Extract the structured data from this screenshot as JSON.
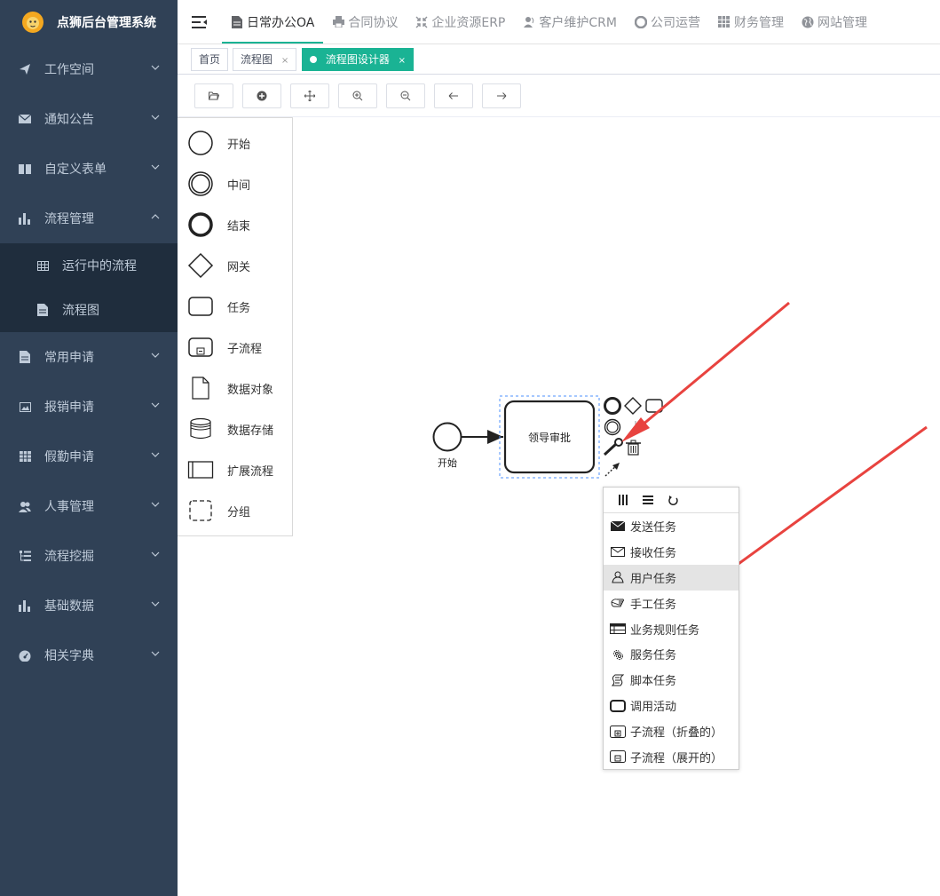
{
  "app": {
    "title": "点狮后台管理系统"
  },
  "colors": {
    "sidebar_bg": "#304156",
    "submenu_bg": "#1f2d3d",
    "accent": "#1ab394",
    "arrow": "#e8433f"
  },
  "sidebar": {
    "items": [
      {
        "label": "工作空间",
        "icon": "paper-plane-icon"
      },
      {
        "label": "通知公告",
        "icon": "envelope-icon"
      },
      {
        "label": "自定义表单",
        "icon": "book-icon"
      },
      {
        "label": "流程管理",
        "icon": "bar-chart-icon",
        "expanded": true,
        "children": [
          {
            "label": "运行中的流程",
            "icon": "grid-icon"
          },
          {
            "label": "流程图",
            "icon": "document-icon"
          }
        ]
      },
      {
        "label": "常用申请",
        "icon": "document-icon"
      },
      {
        "label": "报销申请",
        "icon": "image-icon"
      },
      {
        "label": "假勤申请",
        "icon": "calendar-grid-icon"
      },
      {
        "label": "人事管理",
        "icon": "users-icon"
      },
      {
        "label": "流程挖掘",
        "icon": "tree-list-icon"
      },
      {
        "label": "基础数据",
        "icon": "bar-chart-icon"
      },
      {
        "label": "相关字典",
        "icon": "dashboard-icon"
      }
    ]
  },
  "topnav": {
    "tabs": [
      {
        "label": "日常办公OA",
        "icon": "document-icon",
        "active": true
      },
      {
        "label": "合同协议",
        "icon": "printer-icon"
      },
      {
        "label": "企业资源ERP",
        "icon": "compress-icon"
      },
      {
        "label": "客户维护CRM",
        "icon": "user-icon"
      },
      {
        "label": "公司运营",
        "icon": "lifebuoy-icon"
      },
      {
        "label": "财务管理",
        "icon": "table-icon"
      },
      {
        "label": "网站管理",
        "icon": "globe-icon"
      }
    ]
  },
  "tags": [
    {
      "label": "首页",
      "closable": false
    },
    {
      "label": "流程图",
      "closable": true,
      "close": "×"
    },
    {
      "label": "流程图设计器",
      "closable": true,
      "active": true,
      "close": "×"
    }
  ],
  "toolbar": {
    "buttons": [
      {
        "icon": "folder-open-icon"
      },
      {
        "icon": "plus-circle-icon"
      },
      {
        "icon": "move-arrows-icon"
      },
      {
        "icon": "zoom-in-icon"
      },
      {
        "icon": "zoom-out-icon"
      },
      {
        "icon": "undo-arrow-icon"
      },
      {
        "icon": "redo-arrow-icon"
      }
    ]
  },
  "palette": {
    "items": [
      {
        "label": "开始",
        "shape": "start-event"
      },
      {
        "label": "中间",
        "shape": "intermediate-event"
      },
      {
        "label": "结束",
        "shape": "end-event"
      },
      {
        "label": "网关",
        "shape": "gateway"
      },
      {
        "label": "任务",
        "shape": "task"
      },
      {
        "label": "子流程",
        "shape": "subprocess"
      },
      {
        "label": "数据对象",
        "shape": "data-object"
      },
      {
        "label": "数据存储",
        "shape": "data-store"
      },
      {
        "label": "扩展流程",
        "shape": "pool"
      },
      {
        "label": "分组",
        "shape": "group"
      }
    ]
  },
  "diagram": {
    "start_label": "开始",
    "task_label": "领导审批"
  },
  "context_menu": {
    "header_icons": [
      "parallel-multi-instance-icon",
      "sequential-multi-instance-icon",
      "loop-icon"
    ],
    "items": [
      {
        "label": "发送任务",
        "icon": "envelope-filled-icon"
      },
      {
        "label": "接收任务",
        "icon": "envelope-outline-icon"
      },
      {
        "label": "用户任务",
        "icon": "user-task-icon",
        "hovered": true
      },
      {
        "label": "手工任务",
        "icon": "hand-icon"
      },
      {
        "label": "业务规则任务",
        "icon": "business-rule-icon"
      },
      {
        "label": "服务任务",
        "icon": "gears-icon"
      },
      {
        "label": "脚本任务",
        "icon": "script-icon"
      },
      {
        "label": "调用活动",
        "icon": "call-activity-icon"
      },
      {
        "label": "子流程（折叠的）",
        "icon": "subprocess-collapsed-icon"
      },
      {
        "label": "子流程（展开的）",
        "icon": "subprocess-expanded-icon"
      }
    ]
  }
}
